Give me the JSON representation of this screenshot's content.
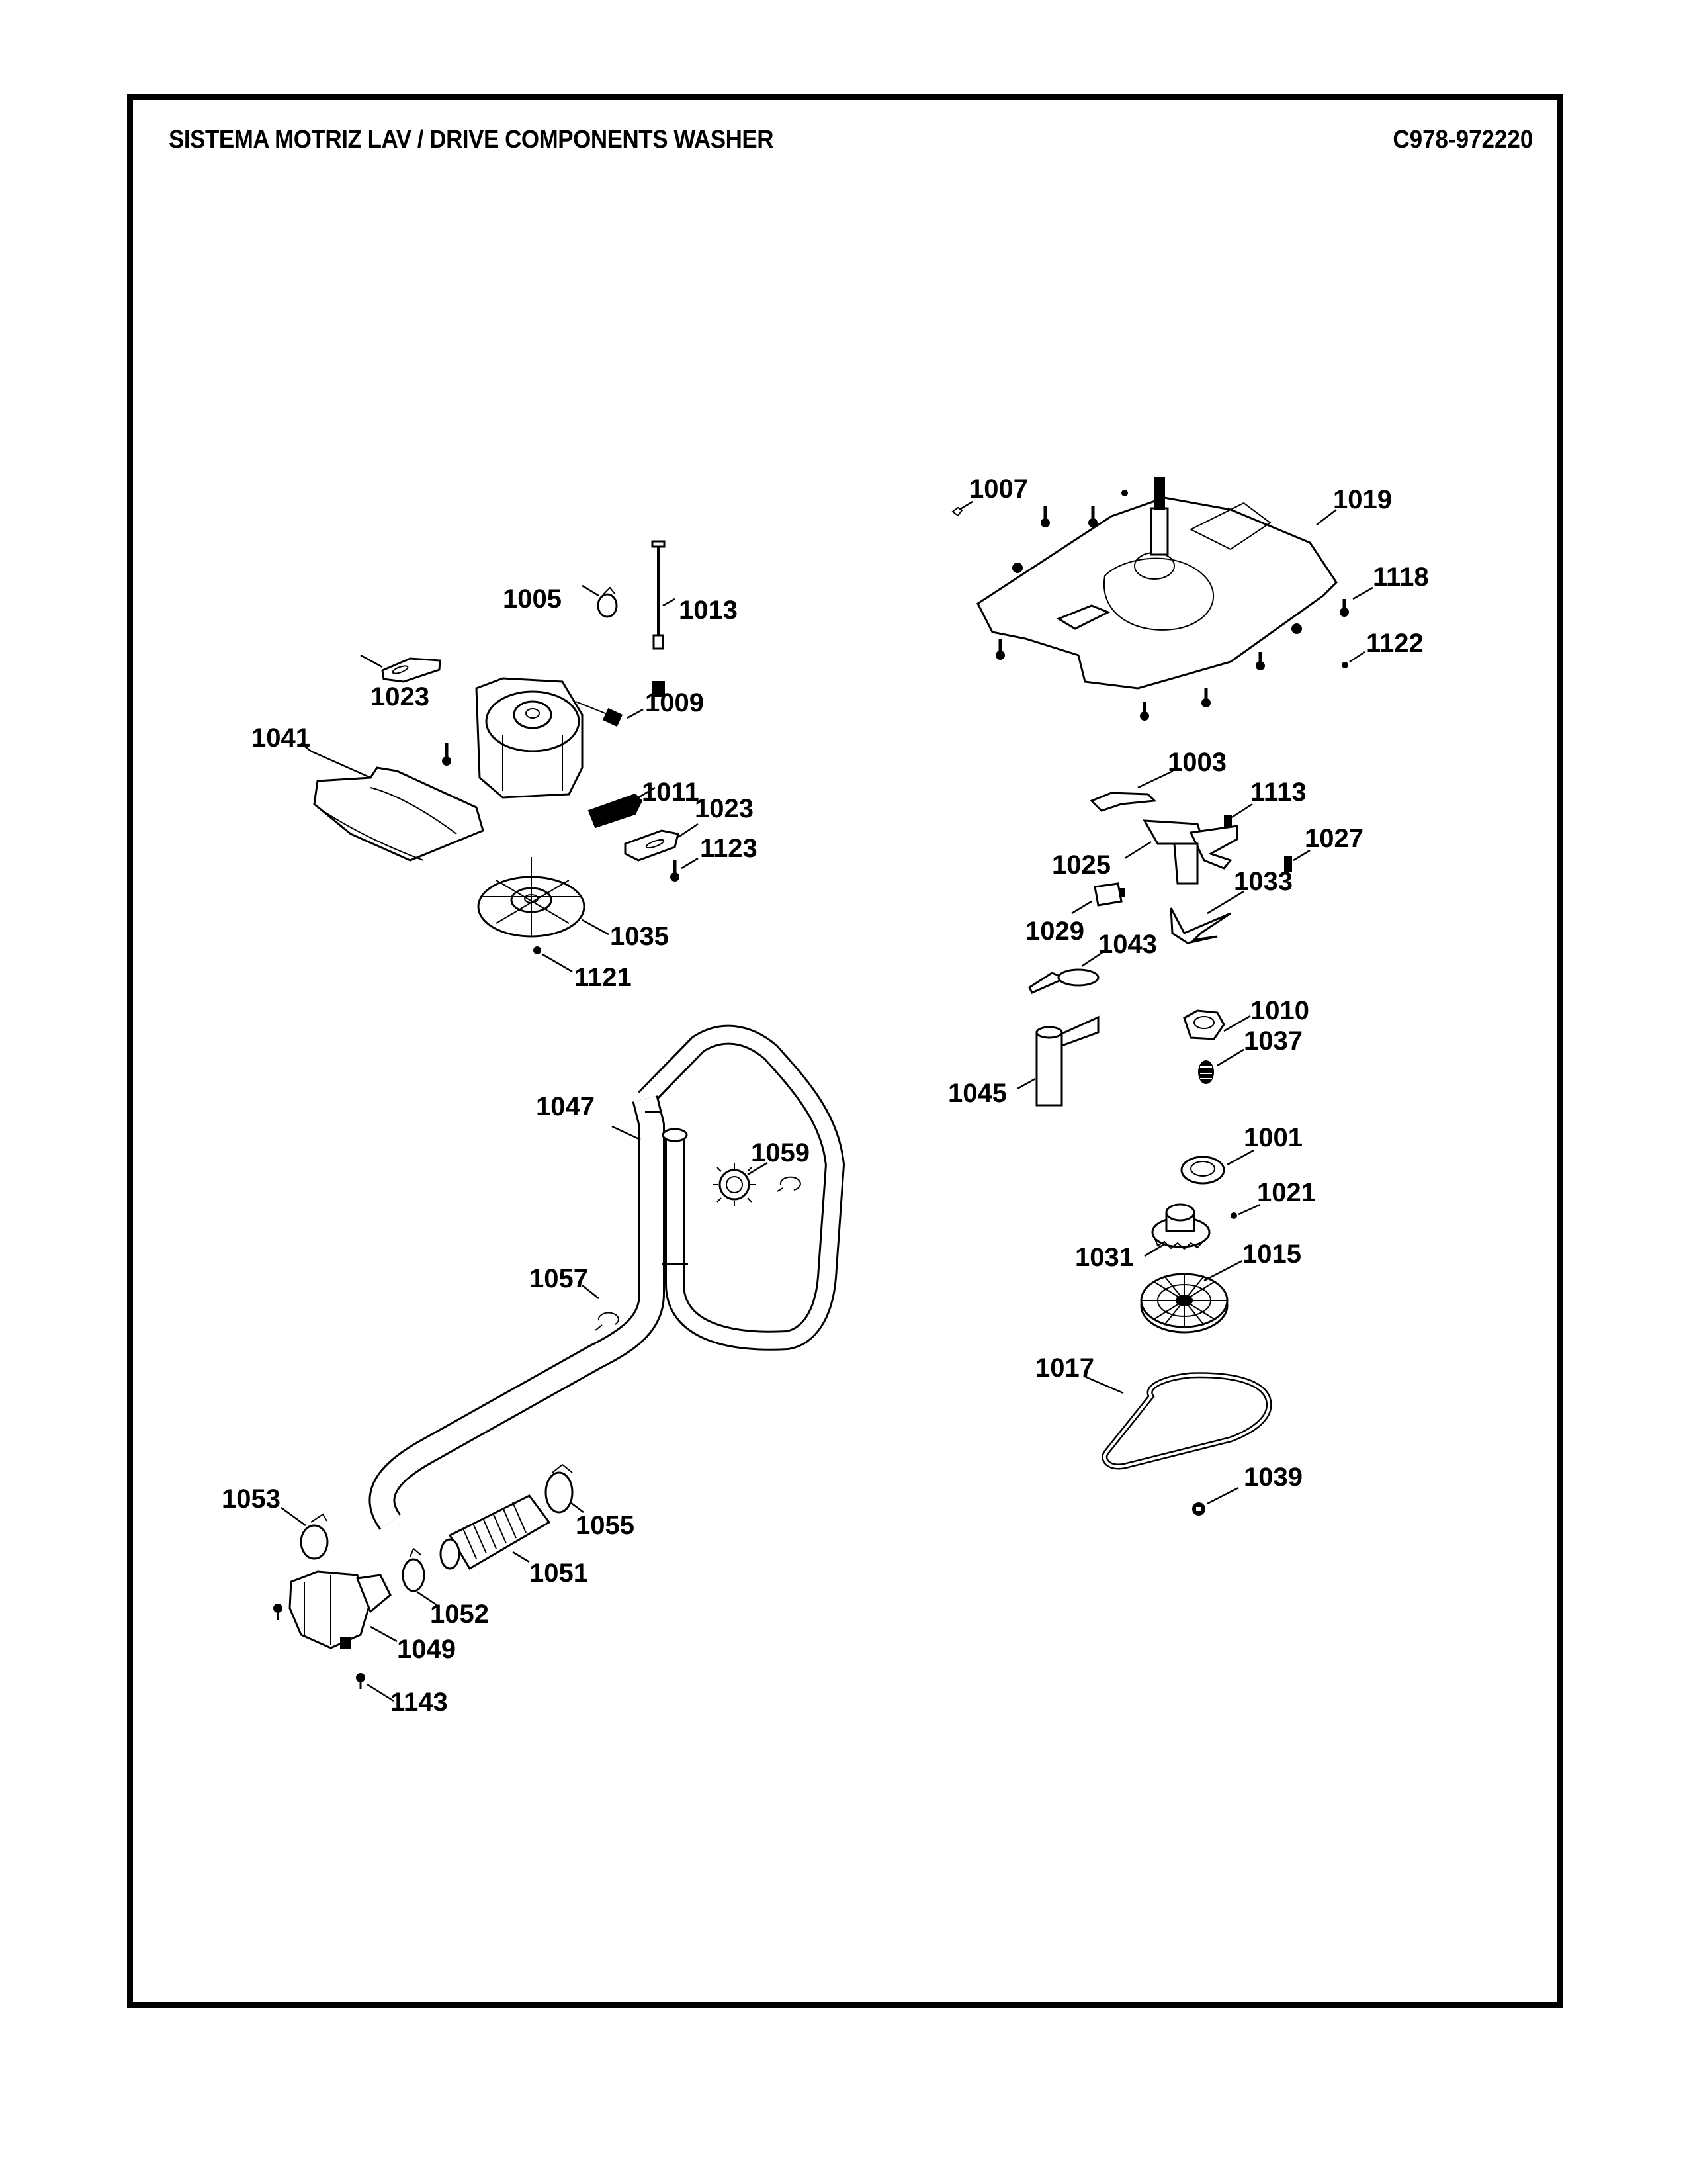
{
  "header": {
    "title": "SISTEMA MOTRIZ LAV / DRIVE COMPONENTS WASHER",
    "diagram_code": "C978-972220"
  },
  "groups": {
    "motor_assembly": {
      "parts": [
        {
          "id": "1005",
          "label": "1005"
        },
        {
          "id": "1013",
          "label": "1013"
        },
        {
          "id": "1023a",
          "label": "1023"
        },
        {
          "id": "1009",
          "label": "1009"
        },
        {
          "id": "1041",
          "label": "1041"
        },
        {
          "id": "1011",
          "label": "1011"
        },
        {
          "id": "1023b",
          "label": "1023"
        },
        {
          "id": "1123",
          "label": "1123"
        },
        {
          "id": "1035",
          "label": "1035"
        },
        {
          "id": "1121",
          "label": "1121"
        }
      ]
    },
    "transmission_assembly": {
      "parts": [
        {
          "id": "1007",
          "label": "1007"
        },
        {
          "id": "1019",
          "label": "1019"
        },
        {
          "id": "1118",
          "label": "1118"
        },
        {
          "id": "1122",
          "label": "1122"
        },
        {
          "id": "1003",
          "label": "1003"
        },
        {
          "id": "1113",
          "label": "1113"
        },
        {
          "id": "1027",
          "label": "1027"
        },
        {
          "id": "1025",
          "label": "1025"
        },
        {
          "id": "1029",
          "label": "1029"
        },
        {
          "id": "1033",
          "label": "1033"
        },
        {
          "id": "1043",
          "label": "1043"
        },
        {
          "id": "1010",
          "label": "1010"
        },
        {
          "id": "1045",
          "label": "1045"
        },
        {
          "id": "1037",
          "label": "1037"
        },
        {
          "id": "1001",
          "label": "1001"
        },
        {
          "id": "1021",
          "label": "1021"
        },
        {
          "id": "1031",
          "label": "1031"
        },
        {
          "id": "1015",
          "label": "1015"
        },
        {
          "id": "1017",
          "label": "1017"
        },
        {
          "id": "1039",
          "label": "1039"
        }
      ]
    },
    "drain_assembly": {
      "parts": [
        {
          "id": "1047",
          "label": "1047"
        },
        {
          "id": "1059",
          "label": "1059"
        },
        {
          "id": "1057",
          "label": "1057"
        },
        {
          "id": "1053",
          "label": "1053"
        },
        {
          "id": "1055",
          "label": "1055"
        },
        {
          "id": "1051",
          "label": "1051"
        },
        {
          "id": "1052",
          "label": "1052"
        },
        {
          "id": "1049",
          "label": "1049"
        },
        {
          "id": "1143",
          "label": "1143"
        }
      ]
    }
  }
}
